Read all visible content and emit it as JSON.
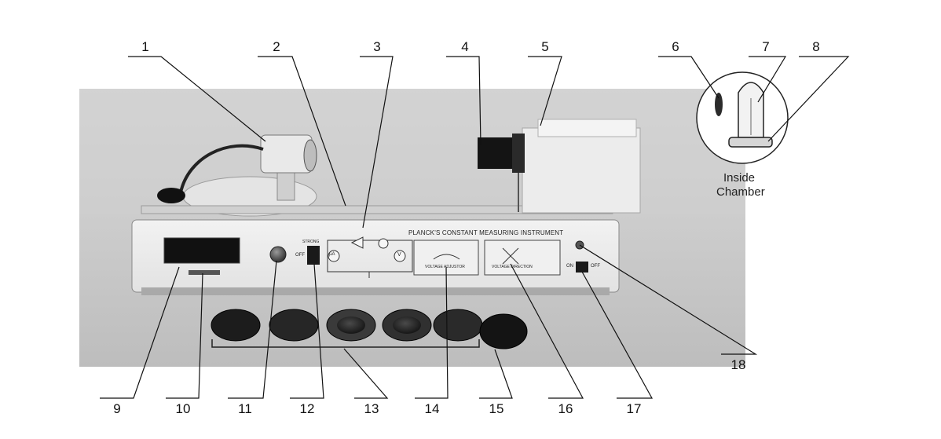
{
  "panel_title": "PLANCK'S CONSTANT MEASURING INSTRUMENT",
  "inset_caption": [
    "Inside",
    "Chamber"
  ],
  "callouts": [
    {
      "id": "1",
      "label": "1"
    },
    {
      "id": "2",
      "label": "2"
    },
    {
      "id": "3",
      "label": "3"
    },
    {
      "id": "4",
      "label": "4"
    },
    {
      "id": "5",
      "label": "5"
    },
    {
      "id": "6",
      "label": "6"
    },
    {
      "id": "7",
      "label": "7"
    },
    {
      "id": "8",
      "label": "8"
    },
    {
      "id": "9",
      "label": "9"
    },
    {
      "id": "10",
      "label": "10"
    },
    {
      "id": "11",
      "label": "11"
    },
    {
      "id": "12",
      "label": "12"
    },
    {
      "id": "13",
      "label": "13"
    },
    {
      "id": "14",
      "label": "14"
    },
    {
      "id": "15",
      "label": "15"
    },
    {
      "id": "16",
      "label": "16"
    },
    {
      "id": "17",
      "label": "17"
    },
    {
      "id": "18",
      "label": "18"
    }
  ],
  "panel_labels": {
    "voltage_adjustor": "VOLTAGE ADJUSTOR",
    "voltage_direction": "VOLTAGE DIRECTION",
    "on": "ON",
    "off": "OFF",
    "off2": "OFF",
    "strong": "STRONG",
    "ua": "µA",
    "v": "V"
  },
  "filters": [
    {
      "name": "filter-1",
      "tone": "#1c1c1c"
    },
    {
      "name": "filter-2",
      "tone": "#262626"
    },
    {
      "name": "filter-3",
      "tone": "#3a3a3a"
    },
    {
      "name": "filter-4",
      "tone": "#303030"
    },
    {
      "name": "filter-5",
      "tone": "#2a2a2a"
    },
    {
      "name": "filter-6",
      "tone": "#141414"
    }
  ]
}
